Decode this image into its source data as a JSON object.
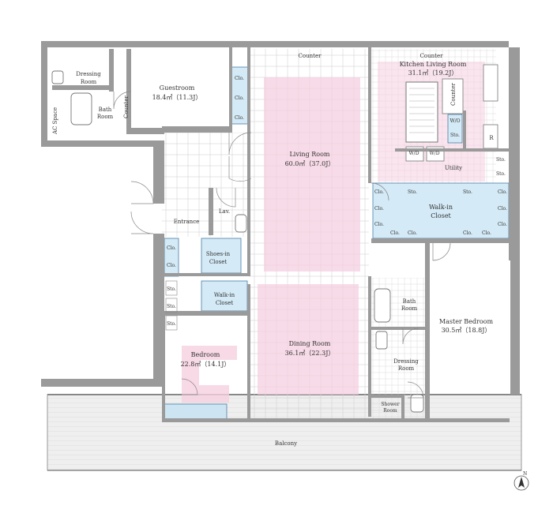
{
  "rooms": {
    "dressing_top": "Dressing Room",
    "bath_top": "Bath Room",
    "ac_space": "AC Space",
    "counter_guest": "Counter",
    "guestroom": {
      "name": "Guestroom",
      "area": "18.4㎡（11.3J）"
    },
    "living": {
      "name": "Living Room",
      "area": "60.0㎡（37.0J）"
    },
    "kitchen_living": {
      "name": "Kitchen Living Room",
      "area": "31.1㎡（19.2J）"
    },
    "counter_top_left": "Counter",
    "counter_top_right": "Counter",
    "counter_kitchen": "Counter",
    "utility": "Utility",
    "walkin_closet_main": "Walk-in Closet",
    "entrance": "Entrance",
    "lav": "Lav.",
    "shoes_in_closet": "Shoes-in Closet",
    "walkin_closet_bed": "Walk-in Closet",
    "bedroom": {
      "name": "Bedroom",
      "area": "22.8㎡（14.1J）"
    },
    "dining": {
      "name": "Dining Room",
      "area": "36.1㎡（22.3J）"
    },
    "bath_master": "Bath Room",
    "dressing_master": "Dressing Room",
    "shower_room": "Shower Room",
    "master_bedroom": {
      "name": "Master Bedroom",
      "area": "30.5㎡（18.8J）"
    },
    "balcony": "Balcony"
  },
  "storage": {
    "clo": "Clo.",
    "sto": "Sto.",
    "wo": "W/O",
    "wd": "W/D",
    "r": "R"
  },
  "compass": "N",
  "colors": {
    "wall": "#9a9a9a",
    "floor_grid": "#d6d6d6",
    "pink": "#f6cfe0",
    "closet": "#d4eaf6",
    "closet_stroke": "#4a7ea6",
    "balcony": "#ececec"
  }
}
